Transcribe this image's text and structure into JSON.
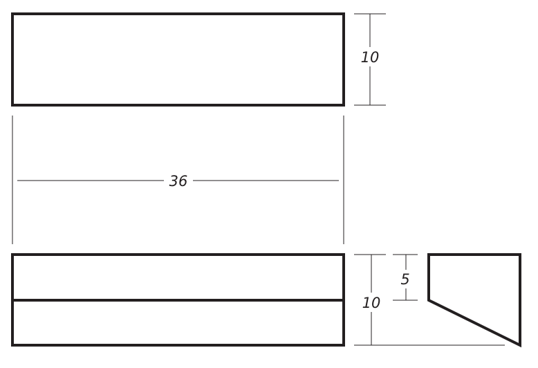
{
  "colors": {
    "line": "#231f20",
    "background": "#ffffff"
  },
  "dimensions": {
    "top_height": "10",
    "width": "36",
    "front_height": "10",
    "side_step": "5"
  }
}
